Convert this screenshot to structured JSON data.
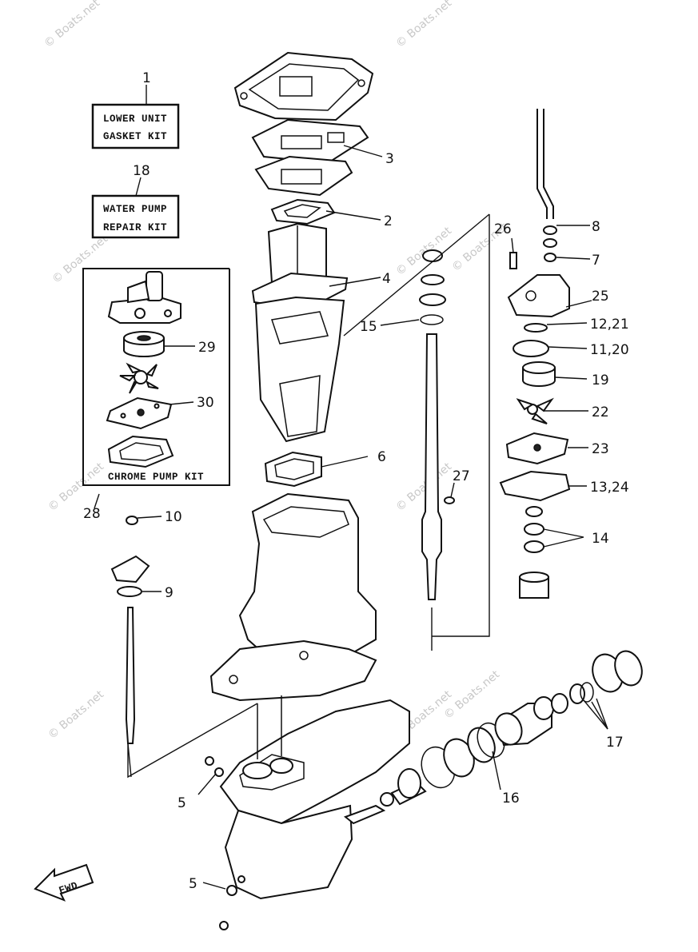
{
  "watermarks": [
    "© Boats.net",
    "© Boats.net",
    "© Boats.net",
    "© Boats.net",
    "© Boats.net",
    "© Boats.net",
    "© Boats.net",
    "© Boats.net",
    "© Boats.net",
    "© Boats.net"
  ],
  "kits": {
    "lower_unit_line1": "LOWER UNIT",
    "lower_unit_line2": "GASKET KIT",
    "water_pump_line1": "WATER PUMP",
    "water_pump_line2": "REPAIR KIT",
    "chrome_pump": "CHROME PUMP KIT"
  },
  "direction_label": "FWD",
  "callouts": {
    "c1": "1",
    "c18": "18",
    "c3": "3",
    "c2": "2",
    "c4": "4",
    "c26": "26",
    "c8": "8",
    "c7": "7",
    "c25": "25",
    "c15": "15",
    "c12_21": "12,21",
    "c11_20": "11,20",
    "c19": "19",
    "c22": "22",
    "c23": "23",
    "c13_24": "13,24",
    "c14": "14",
    "c29": "29",
    "c30": "30",
    "c6": "6",
    "c27": "27",
    "c28": "28",
    "c10": "10",
    "c9": "9",
    "c5a": "5",
    "c5b": "5",
    "c16": "16",
    "c17": "17"
  }
}
